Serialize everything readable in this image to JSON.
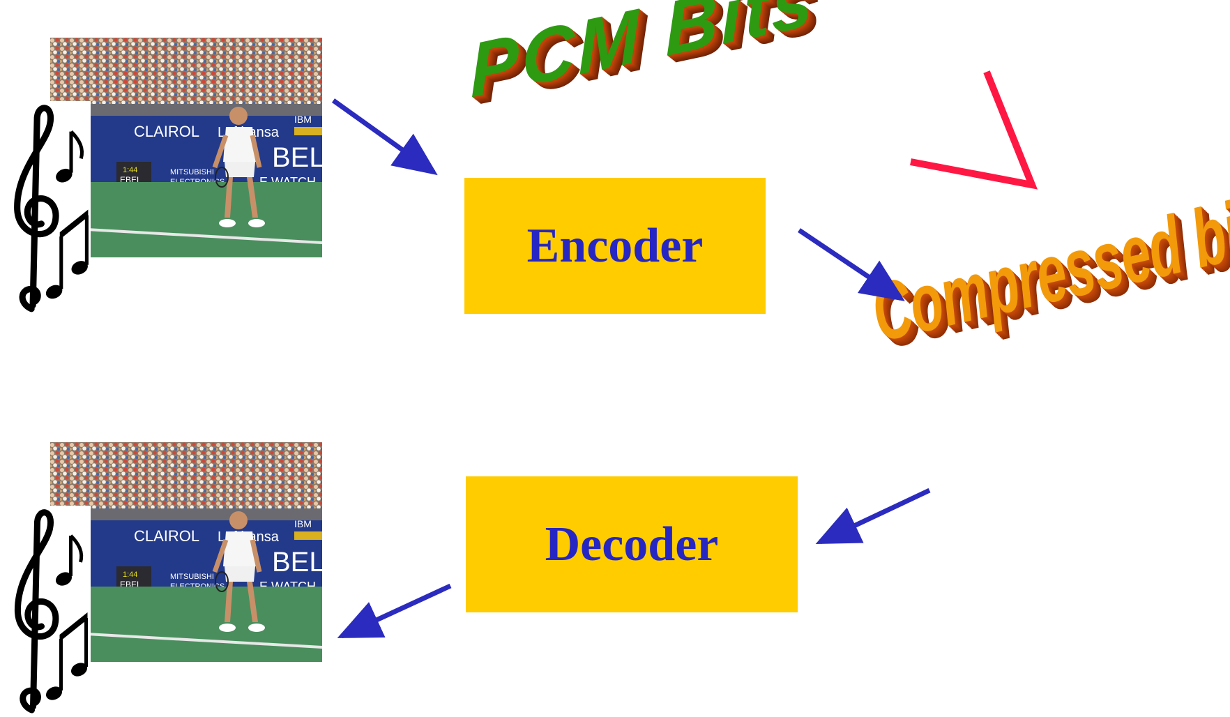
{
  "diagram": {
    "encoder": {
      "label": "Encoder"
    },
    "decoder": {
      "label": "Decoder"
    },
    "pcm_bits": {
      "label": "PCM Bits"
    },
    "compressed_bits": {
      "label": "Compressed bits"
    },
    "colors": {
      "box_fill": "#ffcc00",
      "box_text": "#2626c2",
      "arrow": "#2b2bbf",
      "red_mark": "#ff1744",
      "pcm_text": "#2e9a12",
      "compressed_text": "#f29a0a"
    },
    "icons": {
      "input_media": [
        "music-notes-icon",
        "tennis-video-frame"
      ],
      "output_media": [
        "music-notes-icon",
        "tennis-video-frame"
      ]
    },
    "flow": [
      [
        "input-media",
        "encoder"
      ],
      [
        "encoder",
        "compressed-bits"
      ],
      [
        "compressed-bits",
        "decoder"
      ],
      [
        "decoder",
        "output-media"
      ]
    ]
  }
}
